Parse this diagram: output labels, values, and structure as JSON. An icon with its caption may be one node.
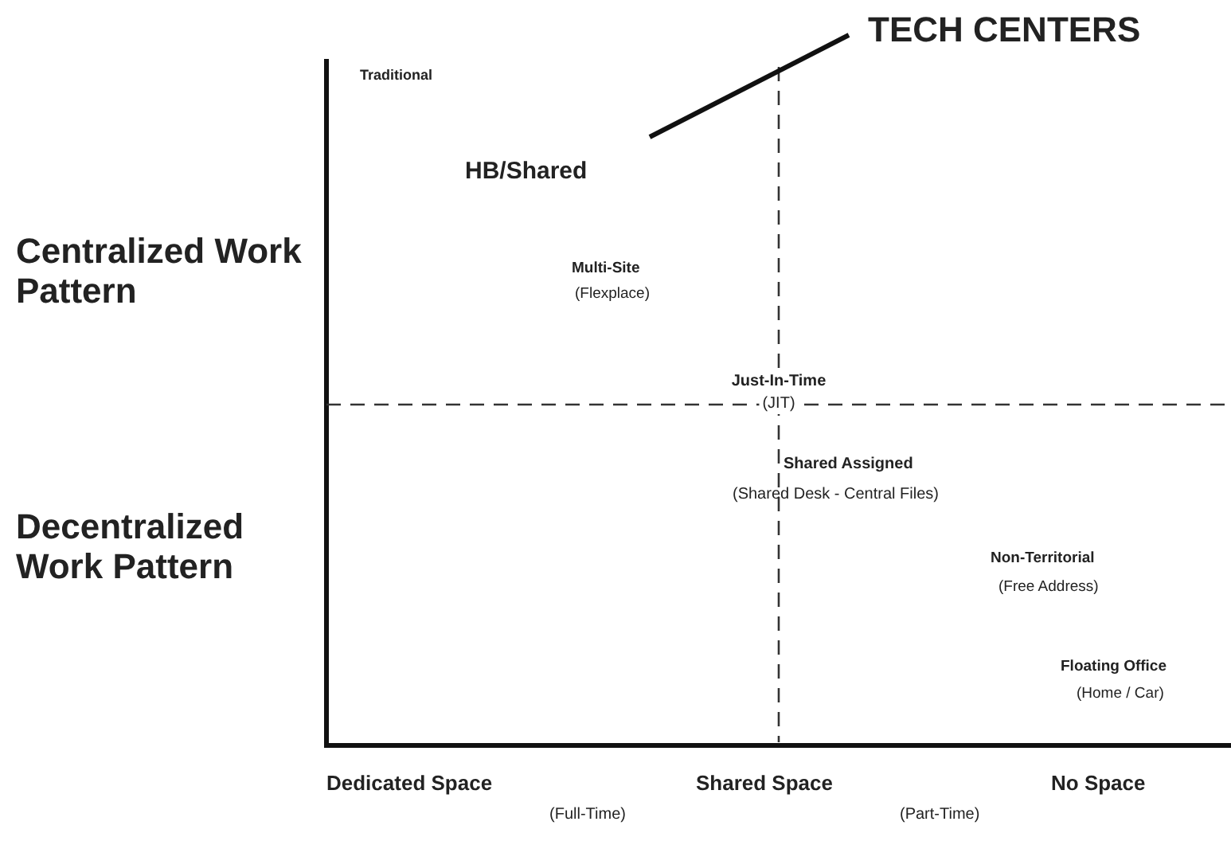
{
  "diagram": {
    "nodes": [
      {
        "text": [
          "TECH CENTERS"
        ]
      },
      {
        "text": [
          "HB/Shared"
        ]
      }
    ],
    "edges": [
      {
        "from": 1,
        "to": 0,
        "arrow": "none"
      }
    ],
    "labels": [
      "Traditional",
      "Centralized Work Pattern",
      "Multi-Site",
      "(Flexplace)",
      "Just-In-Time",
      "(JIT)",
      "Shared Assigned",
      "(Shared Desk - Central Files)",
      "Decentralized Work Pattern",
      "Non-Territorial",
      "(Free Address)",
      "Floating Office",
      "(Home / Car)",
      "Dedicated Space",
      "Shared Space",
      "No Space",
      "(Full-Time)",
      "(Part-Time)"
    ]
  }
}
